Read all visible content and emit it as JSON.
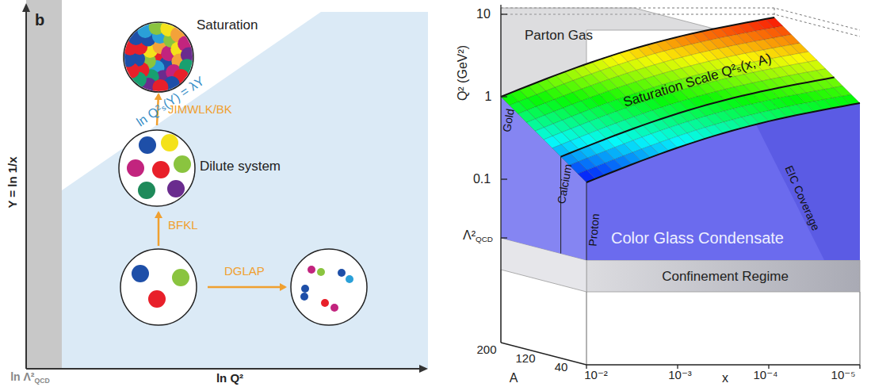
{
  "diagram": {
    "nodes": [
      {
        "text": [
          "Saturation"
        ]
      },
      {
        "text": [
          "Dilute system"
        ]
      }
    ],
    "edges": [
      {
        "from": 1,
        "to": 0,
        "arrow": "to",
        "label": "JIMWLK/BK"
      }
    ],
    "labels": [
      "b",
      "Y = ln 1/x",
      "ln Q²",
      "ln Λ²QCD",
      "ln Q²ₛ(Y) = λY",
      "BFKL",
      "DGLAP",
      "10",
      "1",
      "0.1",
      "Λ²QCD",
      "Q² (GeV²)",
      "Parton Gas",
      "Saturation Scale Q²ₛ(x, A)",
      "Gold",
      "Calcium",
      "Proton",
      "EIC Coverage",
      "Color Glass Condensate",
      "Confinement Regime",
      "200",
      "120",
      "40",
      "A",
      "10⁻²",
      "10⁻³",
      "10⁻⁴",
      "10⁻⁵",
      "x"
    ]
  }
}
